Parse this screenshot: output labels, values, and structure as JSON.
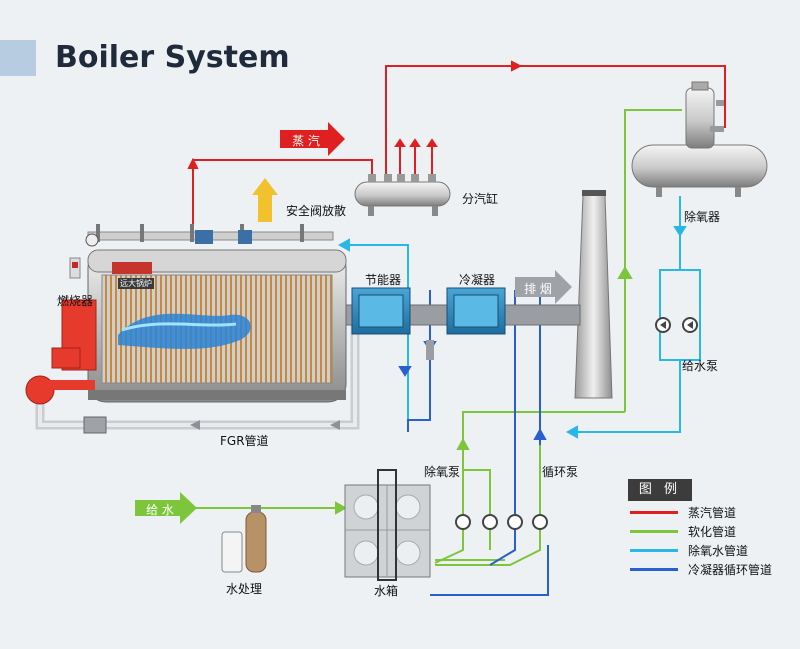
{
  "title": "Boiler System",
  "labels": {
    "steam_arrow": "蒸 汽",
    "safety_valve": "安全阀放散",
    "steam_header": "分汽缸",
    "deaerator": "除氧器",
    "burner": "燃烧器",
    "economizer": "节能器",
    "condenser": "冷凝器",
    "exhaust": "排 烟",
    "fgr_pipe": "FGR管道",
    "feed_pump": "给水泵",
    "deaerator_pump": "除氧泵",
    "circulation_pump": "循环泵",
    "feed_water": "给 水",
    "water_treatment": "水处理",
    "water_tank": "水箱",
    "boiler_brand": "远大锅炉"
  },
  "legend": {
    "title": "图 例",
    "items": [
      {
        "label": "蒸汽管道",
        "color": "#e02020"
      },
      {
        "label": "软化管道",
        "color": "#7dc63b"
      },
      {
        "label": "除氧水管道",
        "color": "#29b6e8"
      },
      {
        "label": "冷凝器循环管道",
        "color": "#2a5fd0"
      }
    ]
  },
  "colors": {
    "steam": "#e02020",
    "softened": "#7dc63b",
    "deaerated": "#29b6e8",
    "condenser": "#2a5fd0",
    "fgr": "#c9ccd0"
  }
}
